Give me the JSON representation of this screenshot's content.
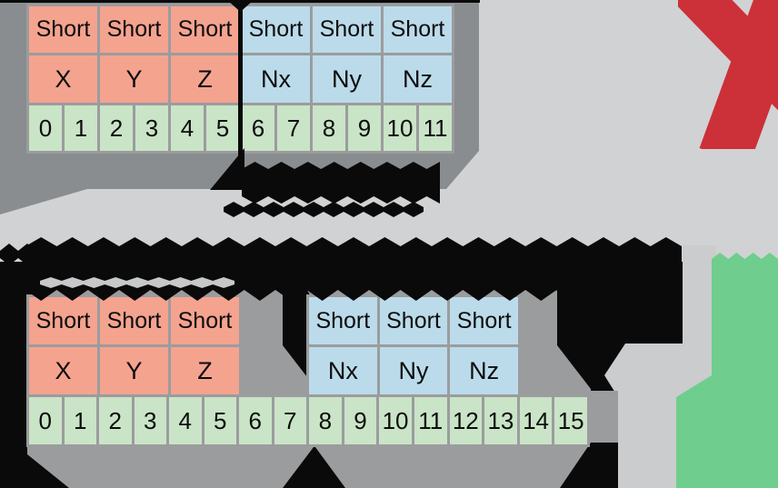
{
  "figure": {
    "description_legibility": "annotation text present but illegible (glitched/redacted bands)",
    "verdicts": {
      "packed_struct": "rejected",
      "padded_struct": "accepted"
    }
  },
  "structs": {
    "packed": {
      "types": [
        "Short",
        "Short",
        "Short",
        "Short",
        "Short",
        "Short"
      ],
      "type_groups": [
        "position",
        "position",
        "position",
        "normal",
        "normal",
        "normal"
      ],
      "fields": [
        "X",
        "Y",
        "Z",
        "Nx",
        "Ny",
        "Nz"
      ],
      "field_groups": [
        "position",
        "position",
        "position",
        "normal",
        "normal",
        "normal"
      ],
      "bytes": [
        "0",
        "1",
        "2",
        "3",
        "4",
        "5",
        "6",
        "7",
        "8",
        "9",
        "10",
        "11"
      ]
    },
    "padded_position": {
      "types": [
        "Short",
        "Short",
        "Short"
      ],
      "type_groups": [
        "position",
        "position",
        "position"
      ],
      "fields": [
        "X",
        "Y",
        "Z"
      ],
      "field_groups": [
        "position",
        "position",
        "position"
      ],
      "bytes": [
        "0",
        "1",
        "2",
        "3",
        "4",
        "5",
        "6",
        "7"
      ]
    },
    "padded_normal": {
      "types": [
        "Short",
        "Short",
        "Short"
      ],
      "type_groups": [
        "normal",
        "normal",
        "normal"
      ],
      "fields": [
        "Nx",
        "Ny",
        "Nz"
      ],
      "field_groups": [
        "normal",
        "normal",
        "normal"
      ],
      "bytes": [
        "8",
        "9",
        "10",
        "11",
        "12",
        "13",
        "14",
        "15"
      ]
    }
  },
  "icons": {
    "reject": "red-x-mark",
    "accept": "green-check-mark"
  },
  "colors": {
    "page_bg": "#D1D2D3",
    "callout_dark": "#8A8D8F",
    "callout_gray": "#9B9C9E",
    "position_cell": "#F4A38F",
    "normal_cell": "#BBDBEA",
    "byte_cell": "#C9E4C6",
    "reject_red": "#CC3038",
    "accept_green": "#6FCE8D",
    "ink": "#0A0A0A",
    "glitch_slit": "#C7C8C9"
  }
}
